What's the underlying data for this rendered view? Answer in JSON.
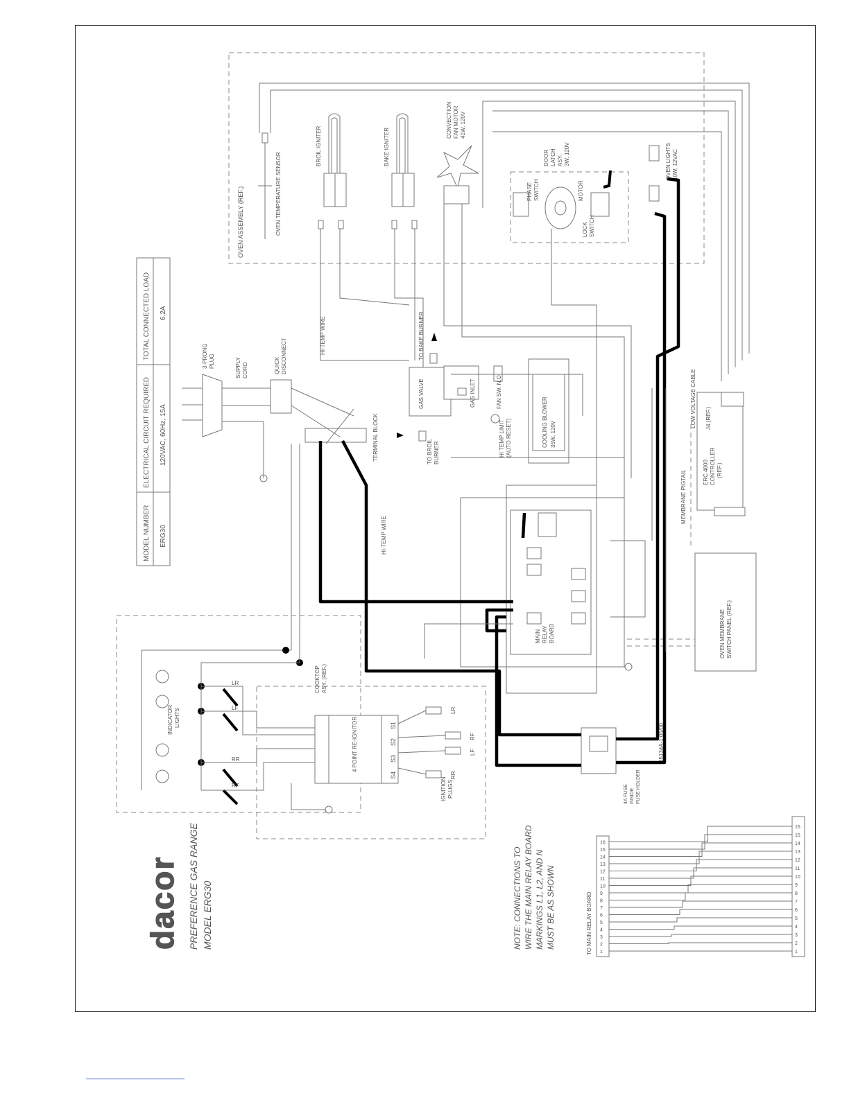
{
  "brand": {
    "logo": "dacor"
  },
  "title": {
    "line1": "PREFERENCE GAS RANGE",
    "line2": "MODEL ERG30"
  },
  "note": {
    "line1": "NOTE: CONNECTIONS TO",
    "line2": "WIRE THE MAIN RELAY BOARD",
    "line3": "MARKINGS L1, L2, AND N",
    "line4": "MUST BE AS SHOWN"
  },
  "spec_table": {
    "headers": [
      "MODEL NUMBER",
      "ELECTRICAL CIRCUIT REQUIRED",
      "TOTAL CONNECTED LOAD"
    ],
    "row": [
      "ERG30",
      "120VAC, 60Hz, 15A",
      "6.2A"
    ]
  },
  "labels": {
    "oven_assembly": "OVEN ASSEMBLY (REF.)",
    "oven_temp_sensor": "OVEN TEMPERATURE SENSOR",
    "broil_igniter": "BROIL IGNITER",
    "bake_igniter": "BAKE IGNITER",
    "convection_fan_1": "CONVECTION",
    "convection_fan_2": "FAN MOTOR",
    "convection_fan_3": "41W, 120V",
    "door_latch_1": "DOOR",
    "door_latch_2": "LATCH",
    "door_latch_3": "ASY.",
    "door_latch_4": "3W, 120V",
    "phase_switch_1": "PHASE",
    "phase_switch_2": "SWITCH",
    "motor": "MOTOR",
    "lock_switch_1": "LOCK",
    "lock_switch_2": "SWITCH",
    "oven_lights_1": "OVEN LIGHTS",
    "oven_lights_2": "10W, 12VAC",
    "prong_plug_1": "3-PRONG",
    "prong_plug_2": "PLUG",
    "supply_cord_1": "SUPPLY",
    "supply_cord_2": "CORD",
    "quick_disconnect_1": "QUICK",
    "quick_disconnect_2": "DISCONNECT",
    "hi_temp_wire": "HI-TEMP WIRE",
    "hi_temp_wire_2": "HI-TEMP WIRE",
    "terminal_block": "TERMINAL BLOCK",
    "to_bake_burner": "TO BAKE BURNER",
    "to_broil_burner_1": "TO BROIL",
    "to_broil_burner_2": "BURNER",
    "gas_valve": "GAS VALVE",
    "gas_inlet": "GAS INLET",
    "fan_sw": "FAN SW. N.O.",
    "hi_temp_limit_1": "HI TEMP LIMIT",
    "hi_temp_limit_2": "(AUTO RESET)",
    "cooling_blower_1": "COOLING BLOWER",
    "cooling_blower_2": "35W, 120V",
    "low_voltage_cable": "LOW VOLTAGE CABLE",
    "membrane_pigtail": "MEMBRANE PIGTAIL",
    "erc_controller_1": "ERC 4800",
    "erc_controller_2": "CONTROLLER",
    "erc_controller_3": "(REF.)",
    "j4_ref": "J4 (REF.)",
    "main_relay_board_1": "MAIN",
    "main_relay_board_2": "RELAY",
    "main_relay_board_3": "BOARD",
    "oven_membrane_1": "OVEN MEMBRANE",
    "oven_membrane_2": "SWITCH PANEL (REF.)",
    "cooktop_asy_1": "COOKTOP",
    "cooktop_asy_2": "ASY. (REF.)",
    "indicator_lights_1": "INDICATOR",
    "indicator_lights_2": "LIGHTS",
    "reignitor": "4 POINT RE-IGNITOR",
    "ignition_plugs_1": "IGNITION",
    "ignition_plugs_2": "PLUGS",
    "fuse_1": "4A FUSE",
    "fuse_2": "INSIDE",
    "fuse_3": "FUSE HOLDER",
    "to_main_relay_board": "TO MAIN RELAY BOARD",
    "drawing_number": "65134A-1  05/00"
  },
  "reignitor_terminals": [
    "S1",
    "S2",
    "S3",
    "S4"
  ],
  "plug_labels": [
    "LR",
    "RF",
    "LF",
    "RR"
  ],
  "switch_labels": [
    "LR",
    "LF",
    "RR",
    "RF"
  ],
  "ribbon_pins": [
    "1",
    "2",
    "3",
    "4",
    "5",
    "6",
    "7",
    "8",
    "9",
    "10",
    "11",
    "12",
    "13",
    "14",
    "15",
    "16"
  ]
}
